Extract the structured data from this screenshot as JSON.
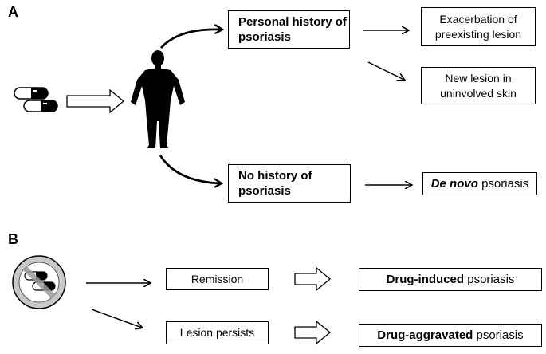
{
  "panel_a": {
    "label": "A",
    "personal_history": "Personal history of psoriasis",
    "no_history": "No history of psoriasis",
    "exacerbation": "Exacerbation of preexisting lesion",
    "new_lesion": "New lesion in uninvolved skin",
    "de_novo_em": "De novo",
    "de_novo_rest": " psoriasis"
  },
  "panel_b": {
    "label": "B",
    "remission": "Remission",
    "lesion_persists": "Lesion persists",
    "drug_induced_em": "Drug-induced",
    "drug_induced_rest": " psoriasis",
    "drug_aggravated_em": "Drug-aggravated",
    "drug_aggravated_rest": " psoriasis"
  },
  "icons": {
    "pills": "capsule-pills-icon",
    "human": "human-silhouette-icon",
    "no_drug": "no-drug-prohibition-icon"
  }
}
